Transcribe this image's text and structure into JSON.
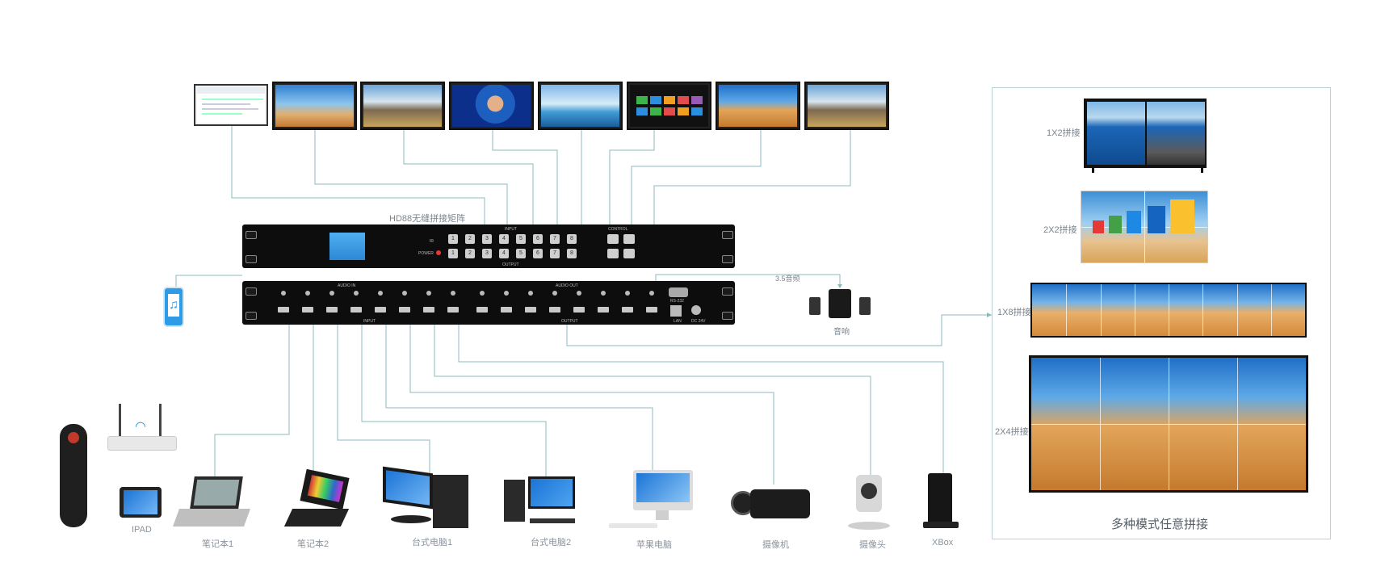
{
  "matrix_title": "HD88无缝拼接矩阵",
  "audio_label": "3.5音频",
  "speaker_label": "音响",
  "panel": {
    "caption": "多种模式任意拼接",
    "modes": [
      "1X2拼接",
      "2X2拼接",
      "1X8拼接",
      "2X4拼接"
    ]
  },
  "sources": [
    "IPAD",
    "笔记本1",
    "笔记本2",
    "台式电脑1",
    "台式电脑2",
    "苹果电脑",
    "摄像机",
    "摄像头",
    "XBox"
  ],
  "front_panel": {
    "input_label": "INPUT",
    "output_label": "OUTPUT",
    "control_label": "CONTROL",
    "ir_label": "IR",
    "power_label": "POWER",
    "input_buttons": [
      "1",
      "2",
      "3",
      "4",
      "5",
      "6",
      "7",
      "8"
    ],
    "output_buttons": [
      "1",
      "2",
      "3",
      "4",
      "5",
      "6",
      "7",
      "8"
    ]
  },
  "rear_panel": {
    "audio_in_label": "AUDIO IN",
    "audio_out_label": "AUDIO OUT",
    "input_label": "INPUT",
    "output_label": "OUTPUT",
    "lan_label": "LAN",
    "power_label": "DC 24V",
    "rs232_label": "RS-232"
  },
  "colors": {
    "line": "#8fb8bd",
    "panel_border": "#b9d3d6",
    "device_dark": "#0d0d0d",
    "sky_blue": "#3b8fd8",
    "sand": "#d9974a"
  }
}
